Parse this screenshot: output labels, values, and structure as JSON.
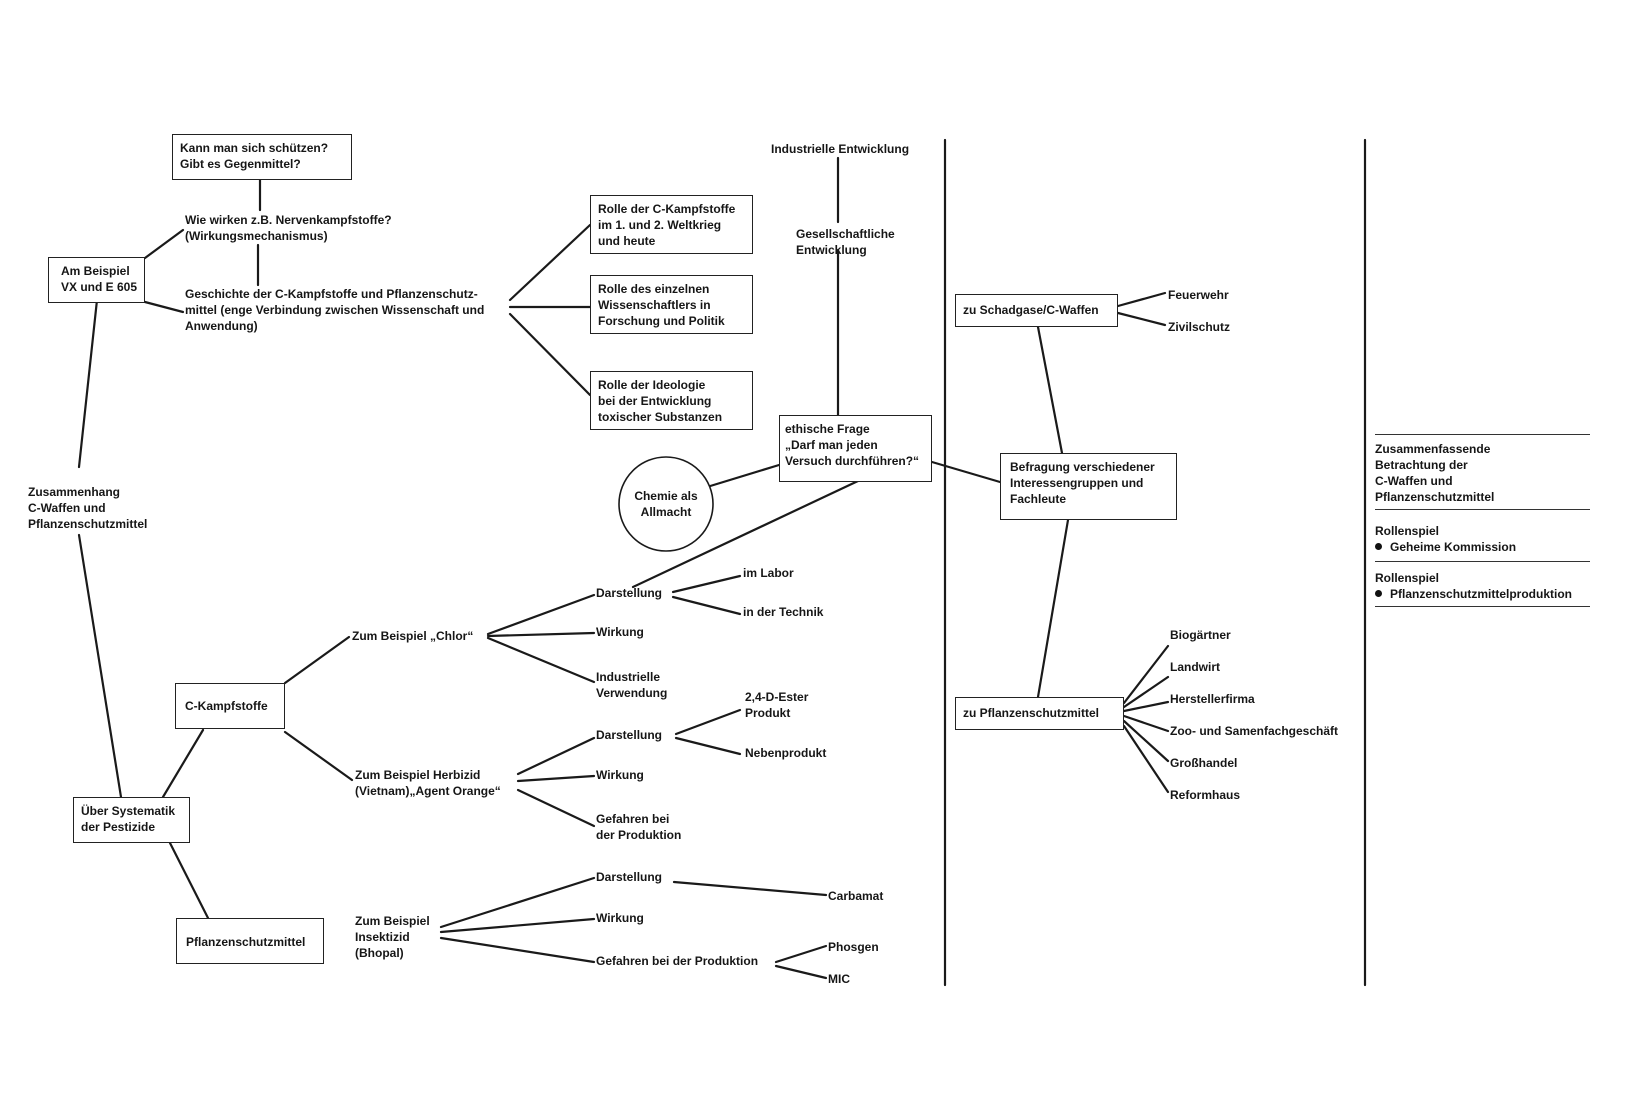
{
  "top_left": {
    "protect_question": "Kann man sich schützen?\nGibt es Gegenmittel?",
    "nerve_agents": "Wie wirken z.B. Nervenkampfstoffe?\n(Wirkungsmechanismus)",
    "example_vx": "Am Beispiel\nVX und E 605",
    "history": "Geschichte der C-Kampfstoffe und Pflanzenschutz-\nmittel (enge Verbindung zwischen Wissenschaft und\nAnwendung)",
    "role_wars": "Rolle der C-Kampfstoffe\nim 1. und 2. Weltkrieg\nund heute",
    "role_scientist": "Rolle des einzelnen\nWissenschaftlers in\nForschung und Politik",
    "role_ideology": "Rolle der Ideologie\nbei der Entwicklung\ntoxischer Substanzen"
  },
  "center": {
    "industrial_dev": "Industrielle Entwicklung",
    "social_dev": "Gesellschaftliche\nEntwicklung",
    "ethical": "ethische Frage\n„Darf man jeden\nVersuch durchführen?“",
    "chemistry_power": "Chemie als\nAllmacht"
  },
  "left": {
    "connection": "Zusammenhang\nC-Waffen und\nPflanzenschutzmittel",
    "systematics": "Über Systematik\nder Pestizide",
    "c_agents": "C-Kampfstoffe",
    "plant_protection": "Pflanzenschutzmittel"
  },
  "chlor": {
    "title": "Zum Beispiel „Chlor“",
    "darstellung": "Darstellung",
    "lab": "im Labor",
    "tech": "in der Technik",
    "wirkung": "Wirkung",
    "industrial": "Industrielle\nVerwendung"
  },
  "herbizid": {
    "title": "Zum Beispiel Herbizid\n(Vietnam)„Agent Orange“",
    "darstellung": "Darstellung",
    "ester": "2,4-D-Ester\nProdukt",
    "byproduct": "Nebenprodukt",
    "wirkung": "Wirkung",
    "danger": "Gefahren bei\nder Produktion"
  },
  "insektizid": {
    "title": "Zum Beispiel\nInsektizid\n(Bhopal)",
    "darstellung": "Darstellung",
    "carbamat": "Carbamat",
    "wirkung": "Wirkung",
    "danger": "Gefahren bei der Produktion",
    "phosgen": "Phosgen",
    "mic": "MIC"
  },
  "survey": {
    "gas": "zu Schadgase/C-Waffen",
    "fire": "Feuerwehr",
    "civil": "Zivilschutz",
    "main": "Befragung verschiedener\nInteressengruppen und\nFachleute",
    "plant": "zu Pflanzenschutzmittel",
    "stakeholders": [
      "Biogärtner",
      "Landwirt",
      "Herstellerfirma",
      "Zoo- und Samenfachgeschäft",
      "Großhandel",
      "Reformhaus"
    ]
  },
  "right": {
    "summary": "Zusammenfassende\nBetrachtung der\nC-Waffen und\nPflanzenschutzmittel",
    "role1_title": "Rollenspiel",
    "role1_item": "Geheime Kommission",
    "role2_title": "Rollenspiel",
    "role2_item": "Pflanzenschutzmittelproduktion"
  }
}
